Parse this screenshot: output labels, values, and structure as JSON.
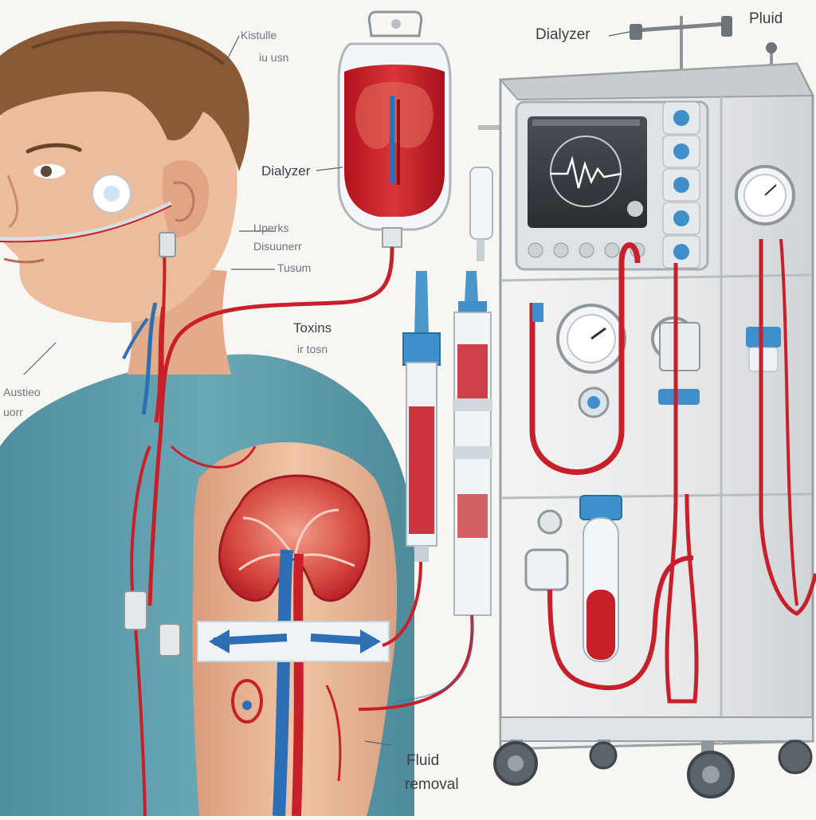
{
  "labels": {
    "kistula": "Kistulle",
    "kistula_sub": "iu usn",
    "dialyzer_top": "Dialyzer",
    "pluid": "Pluid",
    "dialyzer_bag": "Dialyzer",
    "bag_note_1": "Uperks",
    "bag_note_2": "Disuunerr",
    "bag_note_3": "Tusum",
    "toxins": "Toxins",
    "toxins_sub": "ir tosn",
    "left_1": "Austieo",
    "left_2": "uorr",
    "fluid": "Fluid",
    "removal": "removal"
  },
  "colors": {
    "blood_red": "#c8202a",
    "vein_blue": "#2c6fb4",
    "shirt_teal": "#5f9fae",
    "skin": "#e9b89a",
    "machine_body": "#e7e9ea",
    "machine_frame": "#9aa1a6",
    "connector_blue": "#3e8fcb"
  }
}
